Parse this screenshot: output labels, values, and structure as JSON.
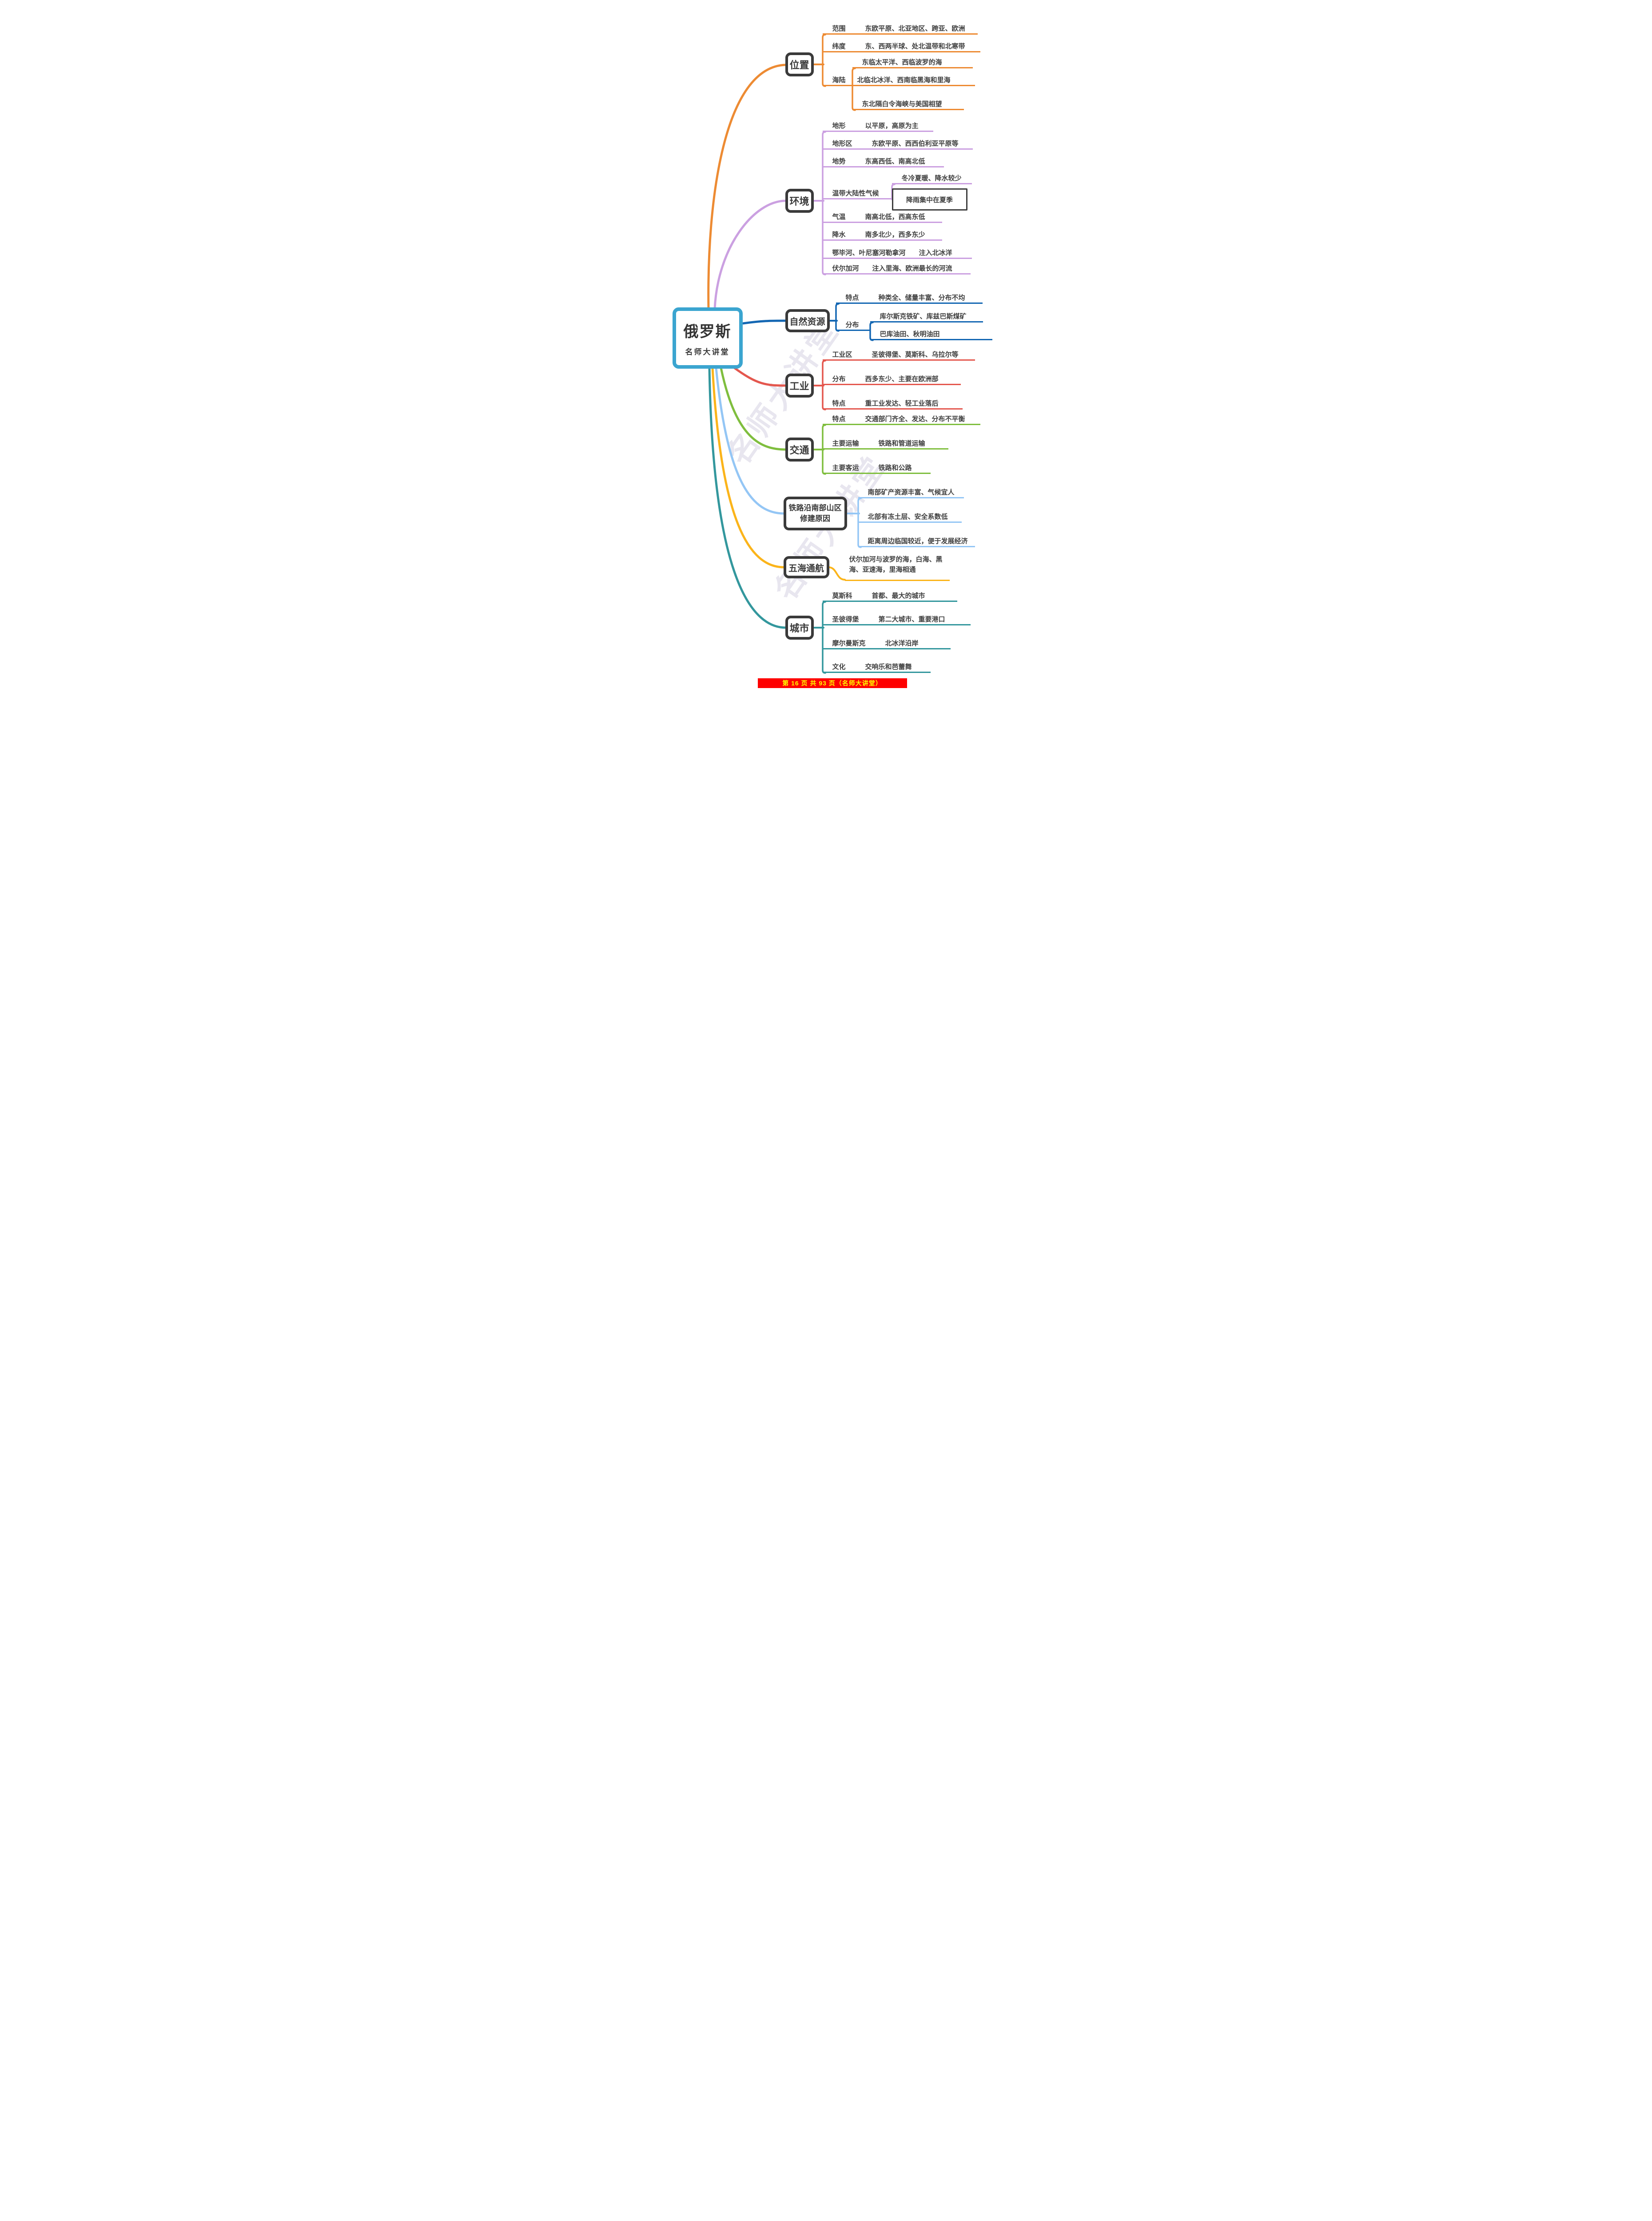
{
  "page": {
    "watermark": "名师大讲堂",
    "footer": "第 16 页 共 93 页（名师大讲堂）"
  },
  "colors": {
    "central_border": "#3BA5D0",
    "location": "#ED8B33",
    "environment": "#CBA0E1",
    "resources": "#1467B3",
    "industry": "#E4574E",
    "transport": "#7FBE3E",
    "railway": "#94C6F5",
    "seas": "#FBB41A",
    "cities": "#33979D",
    "footer_bg": "#FE0000",
    "footer_text": "#FFFF00",
    "text": "#3e3e3e"
  },
  "central": {
    "title": "俄罗斯",
    "subtitle": "名师大讲堂"
  },
  "branches": [
    {
      "label": "位置",
      "rows": [
        {
          "label": "范围",
          "value": "东欧平原、北亚地区、跨亚、欧洲"
        },
        {
          "label": "纬度",
          "value": "东、西两半球、处北温带和北寒带"
        },
        {
          "label": "海陆",
          "value": "北临北冰洋、西南临黑海和里海"
        }
      ],
      "children": [
        "东临太平洋、西临波罗的海",
        "东北隔白令海峡与美国相望"
      ]
    },
    {
      "label": "环境",
      "rows": [
        {
          "label": "地形",
          "value": "以平原，高原为主"
        },
        {
          "label": "地形区",
          "value": "东欧平原、西西伯利亚平原等"
        },
        {
          "label": "地势",
          "value": "东高西低、南高北低"
        },
        {
          "label": "温带大陆性气候",
          "value": ""
        },
        {
          "label": "气温",
          "value": "南高北低，西高东低"
        },
        {
          "label": "降水",
          "value": "南多北少，西多东少"
        },
        {
          "label": "鄂毕河、叶尼塞河勒拿河",
          "value": "注入北冰洋"
        },
        {
          "label": "伏尔加河",
          "value": "注入里海、欧洲最长的河流"
        }
      ],
      "climate_children": [
        "冬冷夏暖、降水较少",
        "降雨集中在夏季"
      ]
    },
    {
      "label": "自然资源",
      "rows": [
        {
          "label": "特点",
          "value": "种类全、储量丰富、分布不均"
        },
        {
          "label": "分布",
          "value": "库尔斯克铁矿、库兹巴斯煤矿"
        }
      ],
      "children": [
        "巴库油田、秋明油田"
      ]
    },
    {
      "label": "工业",
      "rows": [
        {
          "label": "工业区",
          "value": "圣彼得堡、莫斯科、乌拉尔等"
        },
        {
          "label": "分布",
          "value": "西多东少、主要在欧洲部"
        },
        {
          "label": "特点",
          "value": "重工业发达、轻工业落后"
        }
      ]
    },
    {
      "label": "交通",
      "rows": [
        {
          "label": "特点",
          "value": "交通部门齐全、发达、分布不平衡"
        },
        {
          "label": "主要运输",
          "value": "铁路和管道运输"
        },
        {
          "label": "主要客运",
          "value": "铁路和公路"
        }
      ]
    },
    {
      "label": "铁路沿南部山区修建原因",
      "rows": [
        {
          "value": "南部矿产资源丰富、气候宜人"
        },
        {
          "value": "北部有冻土层、安全系数低"
        },
        {
          "value": "距离周边临国较近，便于发展经济"
        }
      ]
    },
    {
      "label": "五海通航",
      "rows": [
        {
          "value": "伏尔加河与波罗的海，白海、黑海、亚速海，里海相通"
        }
      ]
    },
    {
      "label": "城市",
      "rows": [
        {
          "label": "莫斯科",
          "value": "首都、最大的城市"
        },
        {
          "label": "圣彼得堡",
          "value": "第二大城市、重要港口"
        },
        {
          "label": "摩尔曼斯克",
          "value": "北冰洋沿岸"
        },
        {
          "label": "文化",
          "value": "交响乐和芭蕾舞"
        }
      ]
    }
  ]
}
